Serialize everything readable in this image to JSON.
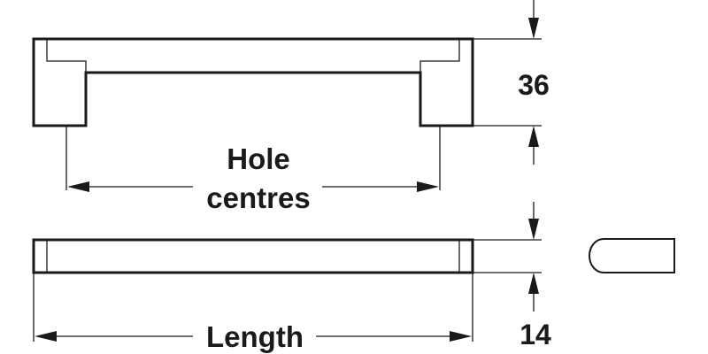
{
  "labels": {
    "hole_centres_line1": "Hole",
    "hole_centres_line2": "centres",
    "length": "Length",
    "height": "36",
    "depth": "14"
  }
}
